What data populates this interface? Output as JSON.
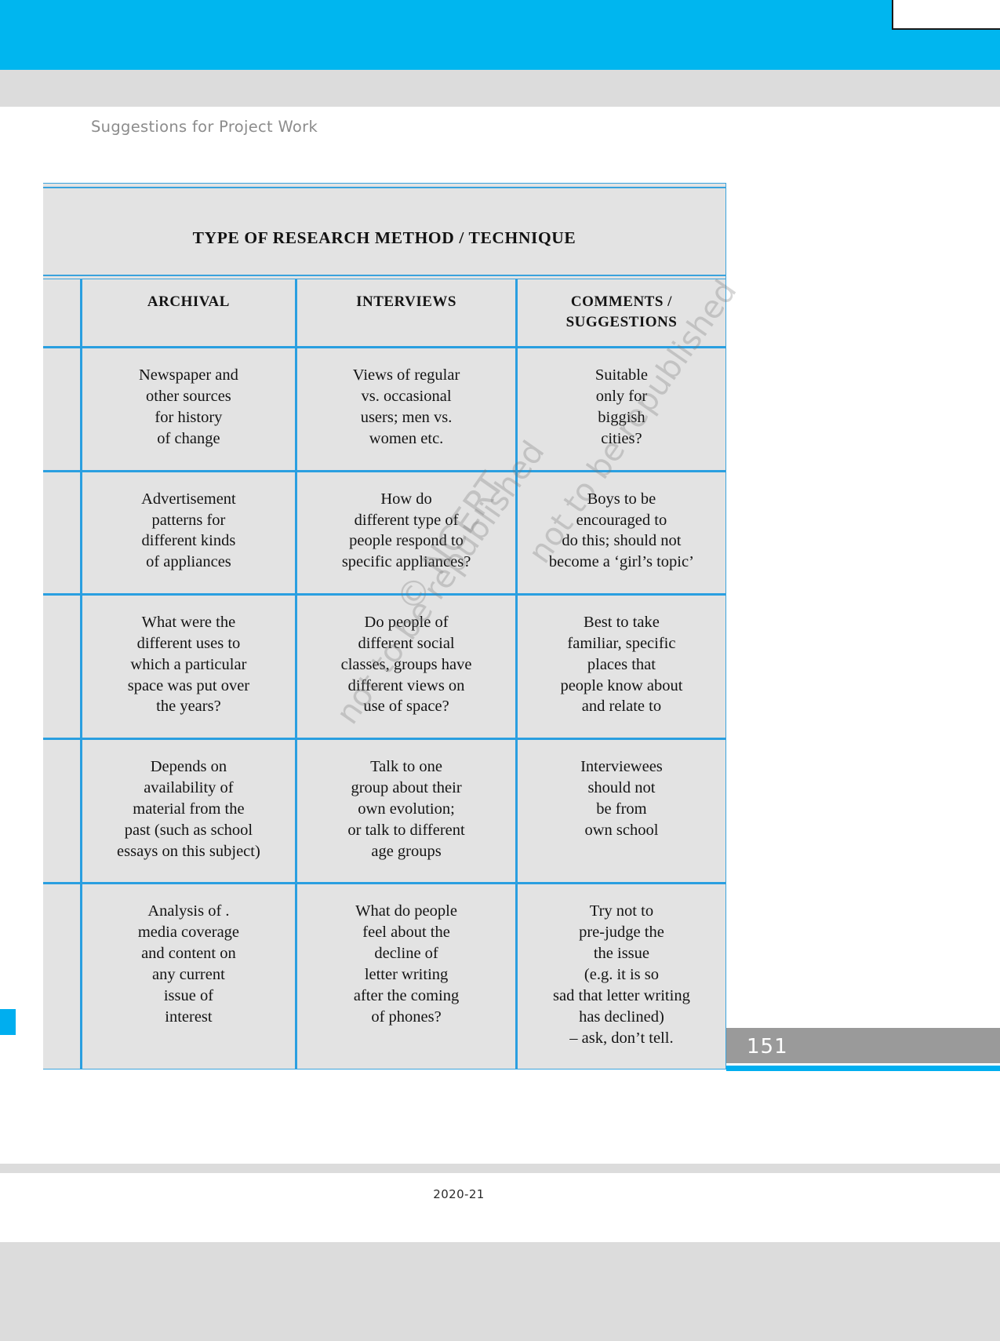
{
  "page": {
    "running_head": "Suggestions for Project Work",
    "page_number": "151",
    "footer_year": "2020-21"
  },
  "watermark": {
    "line1": "© NCERT",
    "line2": "not to be republished",
    "line3": "not to be republished"
  },
  "table": {
    "title": "TYPE OF RESEARCH METHOD / TECHNIQUE",
    "headers": {
      "gutter": "",
      "archival": "ARCHIVAL",
      "interviews": "INTERVIEWS",
      "comments_line1": "COMMENTS /",
      "comments_line2": "SUGGESTIONS"
    },
    "rows": [
      {
        "archival": [
          "Newspaper and",
          "other sources",
          "for history",
          "of change"
        ],
        "interviews": [
          "Views of regular",
          "vs. occasional",
          "users; men vs.",
          "women etc."
        ],
        "comments": [
          "Suitable",
          "only for",
          "biggish",
          "cities?"
        ]
      },
      {
        "archival": [
          "Advertisement",
          "patterns for",
          "different kinds",
          "of appliances"
        ],
        "interviews": [
          "How do",
          "different type of",
          "people respond to",
          "specific appliances?"
        ],
        "comments": [
          "Boys to be",
          "encouraged to",
          "do this; should not",
          "become a  ‘girl’s topic’"
        ]
      },
      {
        "archival": [
          "What were the",
          "different uses to",
          "which a particular",
          "space was put over",
          "the years?"
        ],
        "interviews": [
          "Do people of",
          "different social",
          "classes, groups have",
          "different views on",
          "use of space?"
        ],
        "comments": [
          "Best to take",
          "familiar, specific",
          "places that",
          "people know about",
          "and relate to"
        ]
      },
      {
        "archival": [
          "Depends on",
          "availability of",
          "material from the",
          "past (such as school",
          "essays on this subject)"
        ],
        "interviews": [
          "Talk to one",
          "group about their",
          "own evolution;",
          "or talk to different",
          "age groups"
        ],
        "comments": [
          "Interviewees",
          "should not",
          "be from",
          "own school"
        ]
      },
      {
        "archival": [
          "Analysis of .",
          "media coverage",
          "and content on",
          "any current",
          "issue of",
          "interest"
        ],
        "interviews": [
          "What do people",
          "feel about the",
          "decline of",
          "letter writing",
          "after the coming",
          "of phones?"
        ],
        "comments": [
          "Try not to",
          "pre-judge the",
          "the issue",
          "(e.g. it is so",
          "sad that letter writing",
          "has declined)",
          "– ask, don’t tell."
        ]
      }
    ]
  },
  "colors": {
    "band_cyan": "#00b6ef",
    "band_grey": "#dcdcdc",
    "table_bg": "#e3e3e3",
    "table_rule": "#2a9fe0",
    "table_outer_rule": "#3aa3dd",
    "page_tab_grey": "#9a9a9a",
    "running_head_grey": "#8c8c8c"
  }
}
